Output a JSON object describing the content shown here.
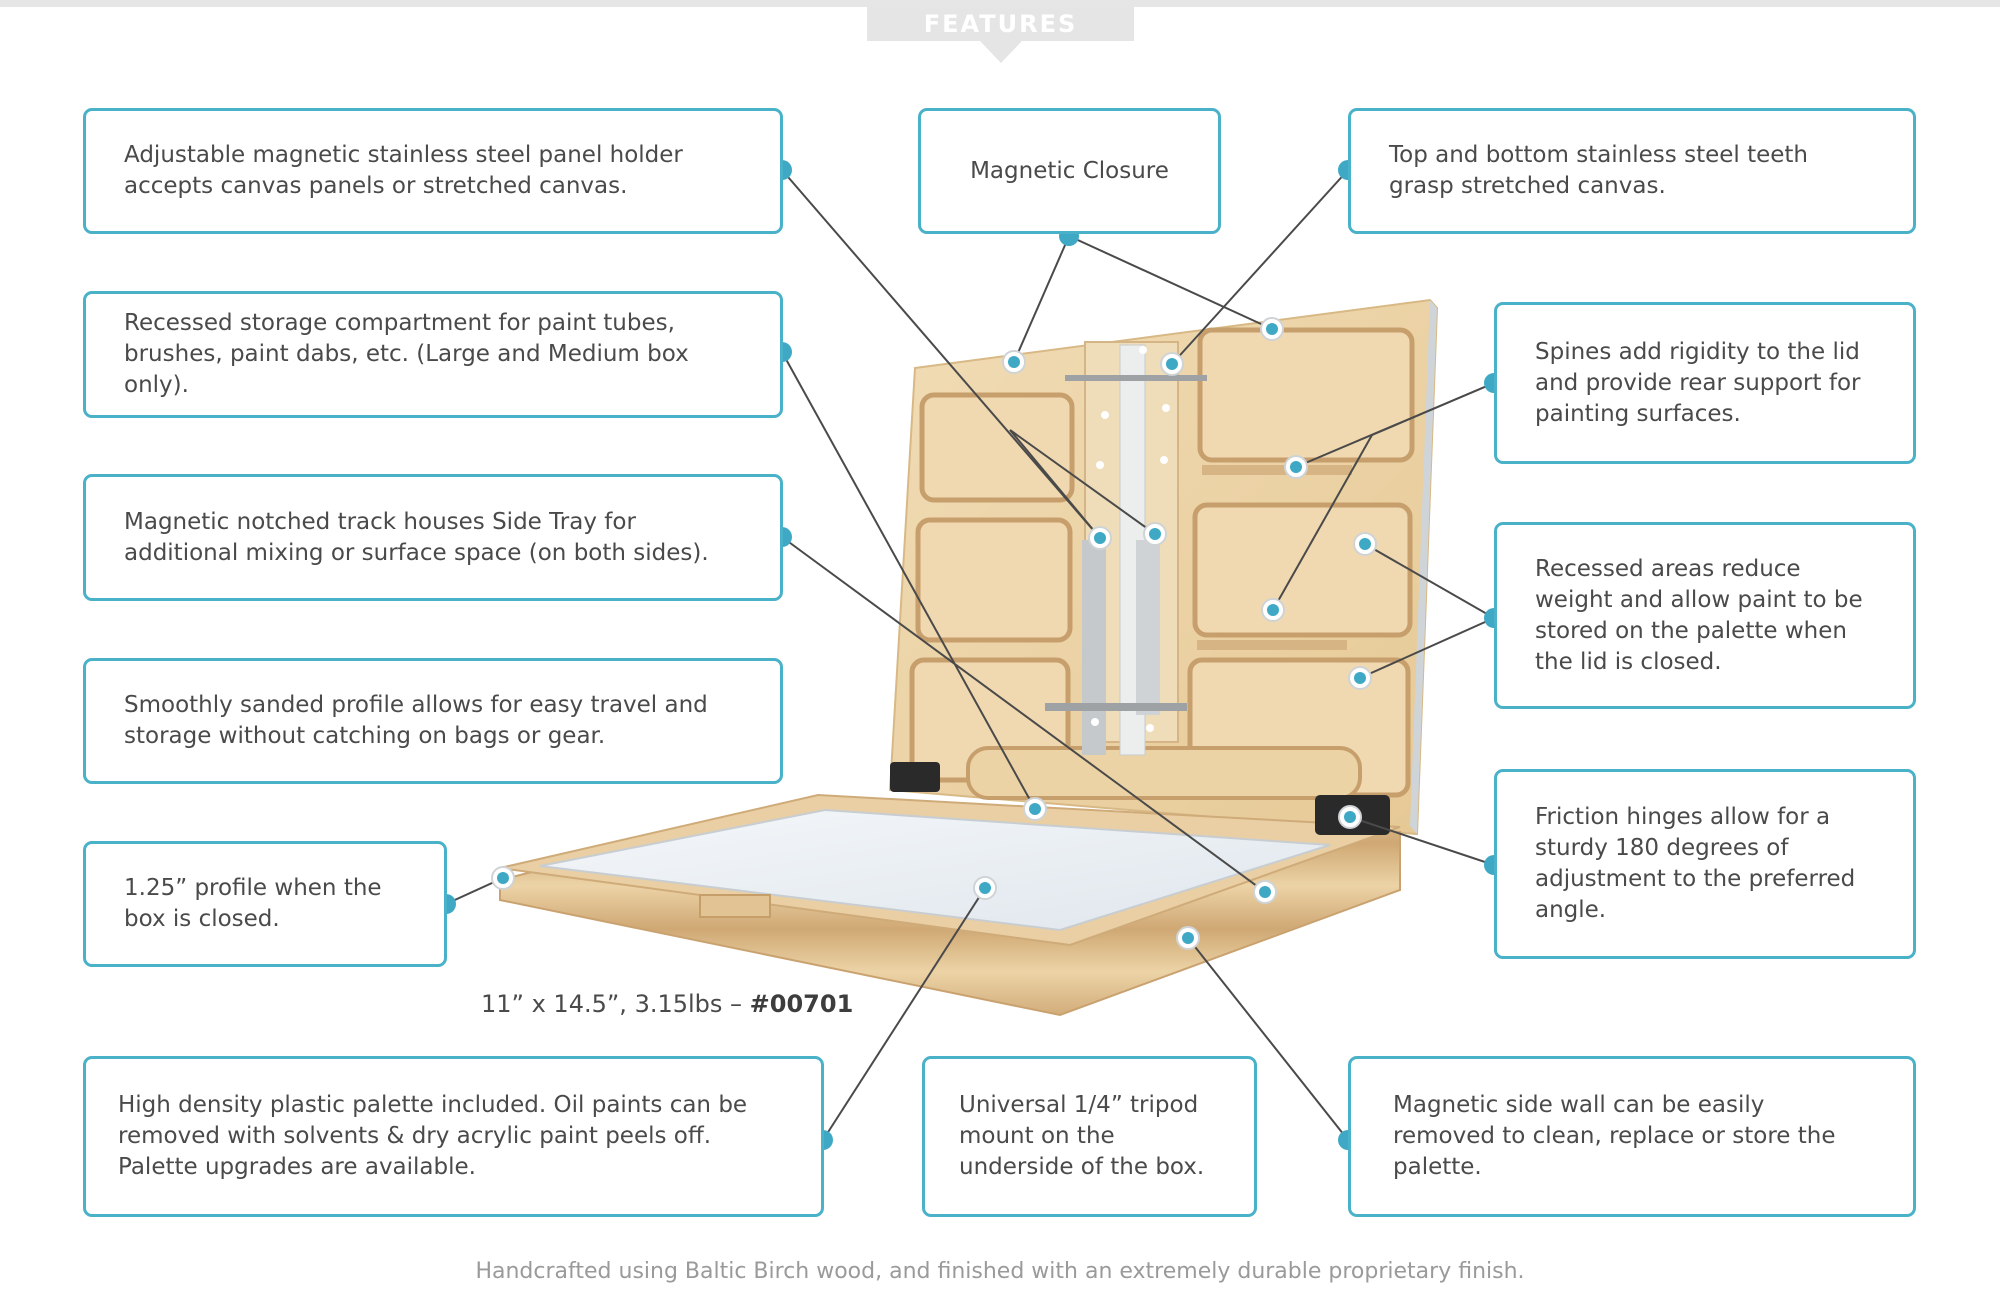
{
  "header": {
    "banner_label": "FEATURES"
  },
  "features": [
    {
      "id": "panel-holder",
      "text": "Adjustable magnetic stainless steel panel holder accepts canvas panels or stretched canvas."
    },
    {
      "id": "magnetic-closure",
      "text": "Magnetic Closure"
    },
    {
      "id": "steel-teeth",
      "text": "Top and bottom stainless steel teeth grasp stretched canvas."
    },
    {
      "id": "recessed-storage",
      "text": "Recessed storage compartment for paint tubes, brushes, paint dabs, etc. (Large and Medium box only)."
    },
    {
      "id": "spines",
      "text": "Spines add rigidity to the lid and provide rear support for painting surfaces."
    },
    {
      "id": "notched-track",
      "text": "Magnetic notched track houses Side Tray for additional mixing or surface space (on both sides)."
    },
    {
      "id": "recessed-areas",
      "text": "Recessed areas reduce weight and allow paint to be stored on the palette when the lid is closed."
    },
    {
      "id": "sanded-profile",
      "text": "Smoothly sanded profile allows for easy travel and storage without catching on bags or gear."
    },
    {
      "id": "friction-hinges",
      "text": "Friction hinges allow for a sturdy 180 degrees of adjustment to the preferred angle."
    },
    {
      "id": "profile-height",
      "text": "1.25” profile when the box is closed."
    },
    {
      "id": "plastic-palette",
      "text": "High density plastic palette included. Oil paints can be removed with solvents & dry acrylic paint peels off. Palette upgrades are available."
    },
    {
      "id": "tripod-mount",
      "text": "Universal 1/4” tripod mount on the underside of the box."
    },
    {
      "id": "side-wall",
      "text": "Magnetic side wall can be easily removed to clean, replace or store the palette."
    }
  ],
  "product": {
    "spec_text": "11” x 14.5”, 3.15lbs – ",
    "sku": "#00701"
  },
  "footer": {
    "text": "Handcrafted using Baltic Birch wood, and finished with an extremely durable proprietary finish."
  },
  "colors": {
    "accent": "#4ab2c8",
    "line": "#4a4a4a",
    "wood": "#e9cfa3",
    "banner": "#e5e5e5"
  }
}
